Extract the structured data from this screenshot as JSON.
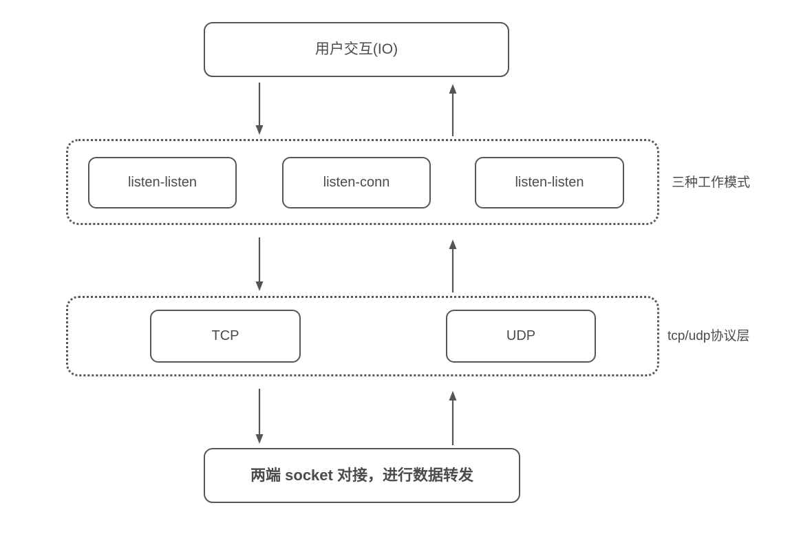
{
  "diagram": {
    "title_node": {
      "label": "用户交互(IO)"
    },
    "groups": [
      {
        "id": "modes",
        "side_label": "三种工作模式",
        "nodes": [
          {
            "label": "listen-listen"
          },
          {
            "label": "listen-conn"
          },
          {
            "label": "listen-listen"
          }
        ]
      },
      {
        "id": "protocols",
        "side_label": "tcp/udp协议层",
        "nodes": [
          {
            "label": "TCP"
          },
          {
            "label": "UDP"
          }
        ]
      }
    ],
    "bottom_node": {
      "label": "两端 socket 对接，进行数据转发"
    },
    "arrows": [
      {
        "name": "io-to-modes",
        "direction": "down"
      },
      {
        "name": "modes-to-io",
        "direction": "up"
      },
      {
        "name": "modes-to-proto",
        "direction": "down"
      },
      {
        "name": "proto-to-modes",
        "direction": "up"
      },
      {
        "name": "proto-to-socket",
        "direction": "down"
      },
      {
        "name": "socket-to-proto",
        "direction": "up"
      }
    ],
    "colors": {
      "stroke": "#555557",
      "text": "#4b4b4d",
      "background": "#ffffff",
      "dotted_stroke": "#58585a"
    }
  }
}
